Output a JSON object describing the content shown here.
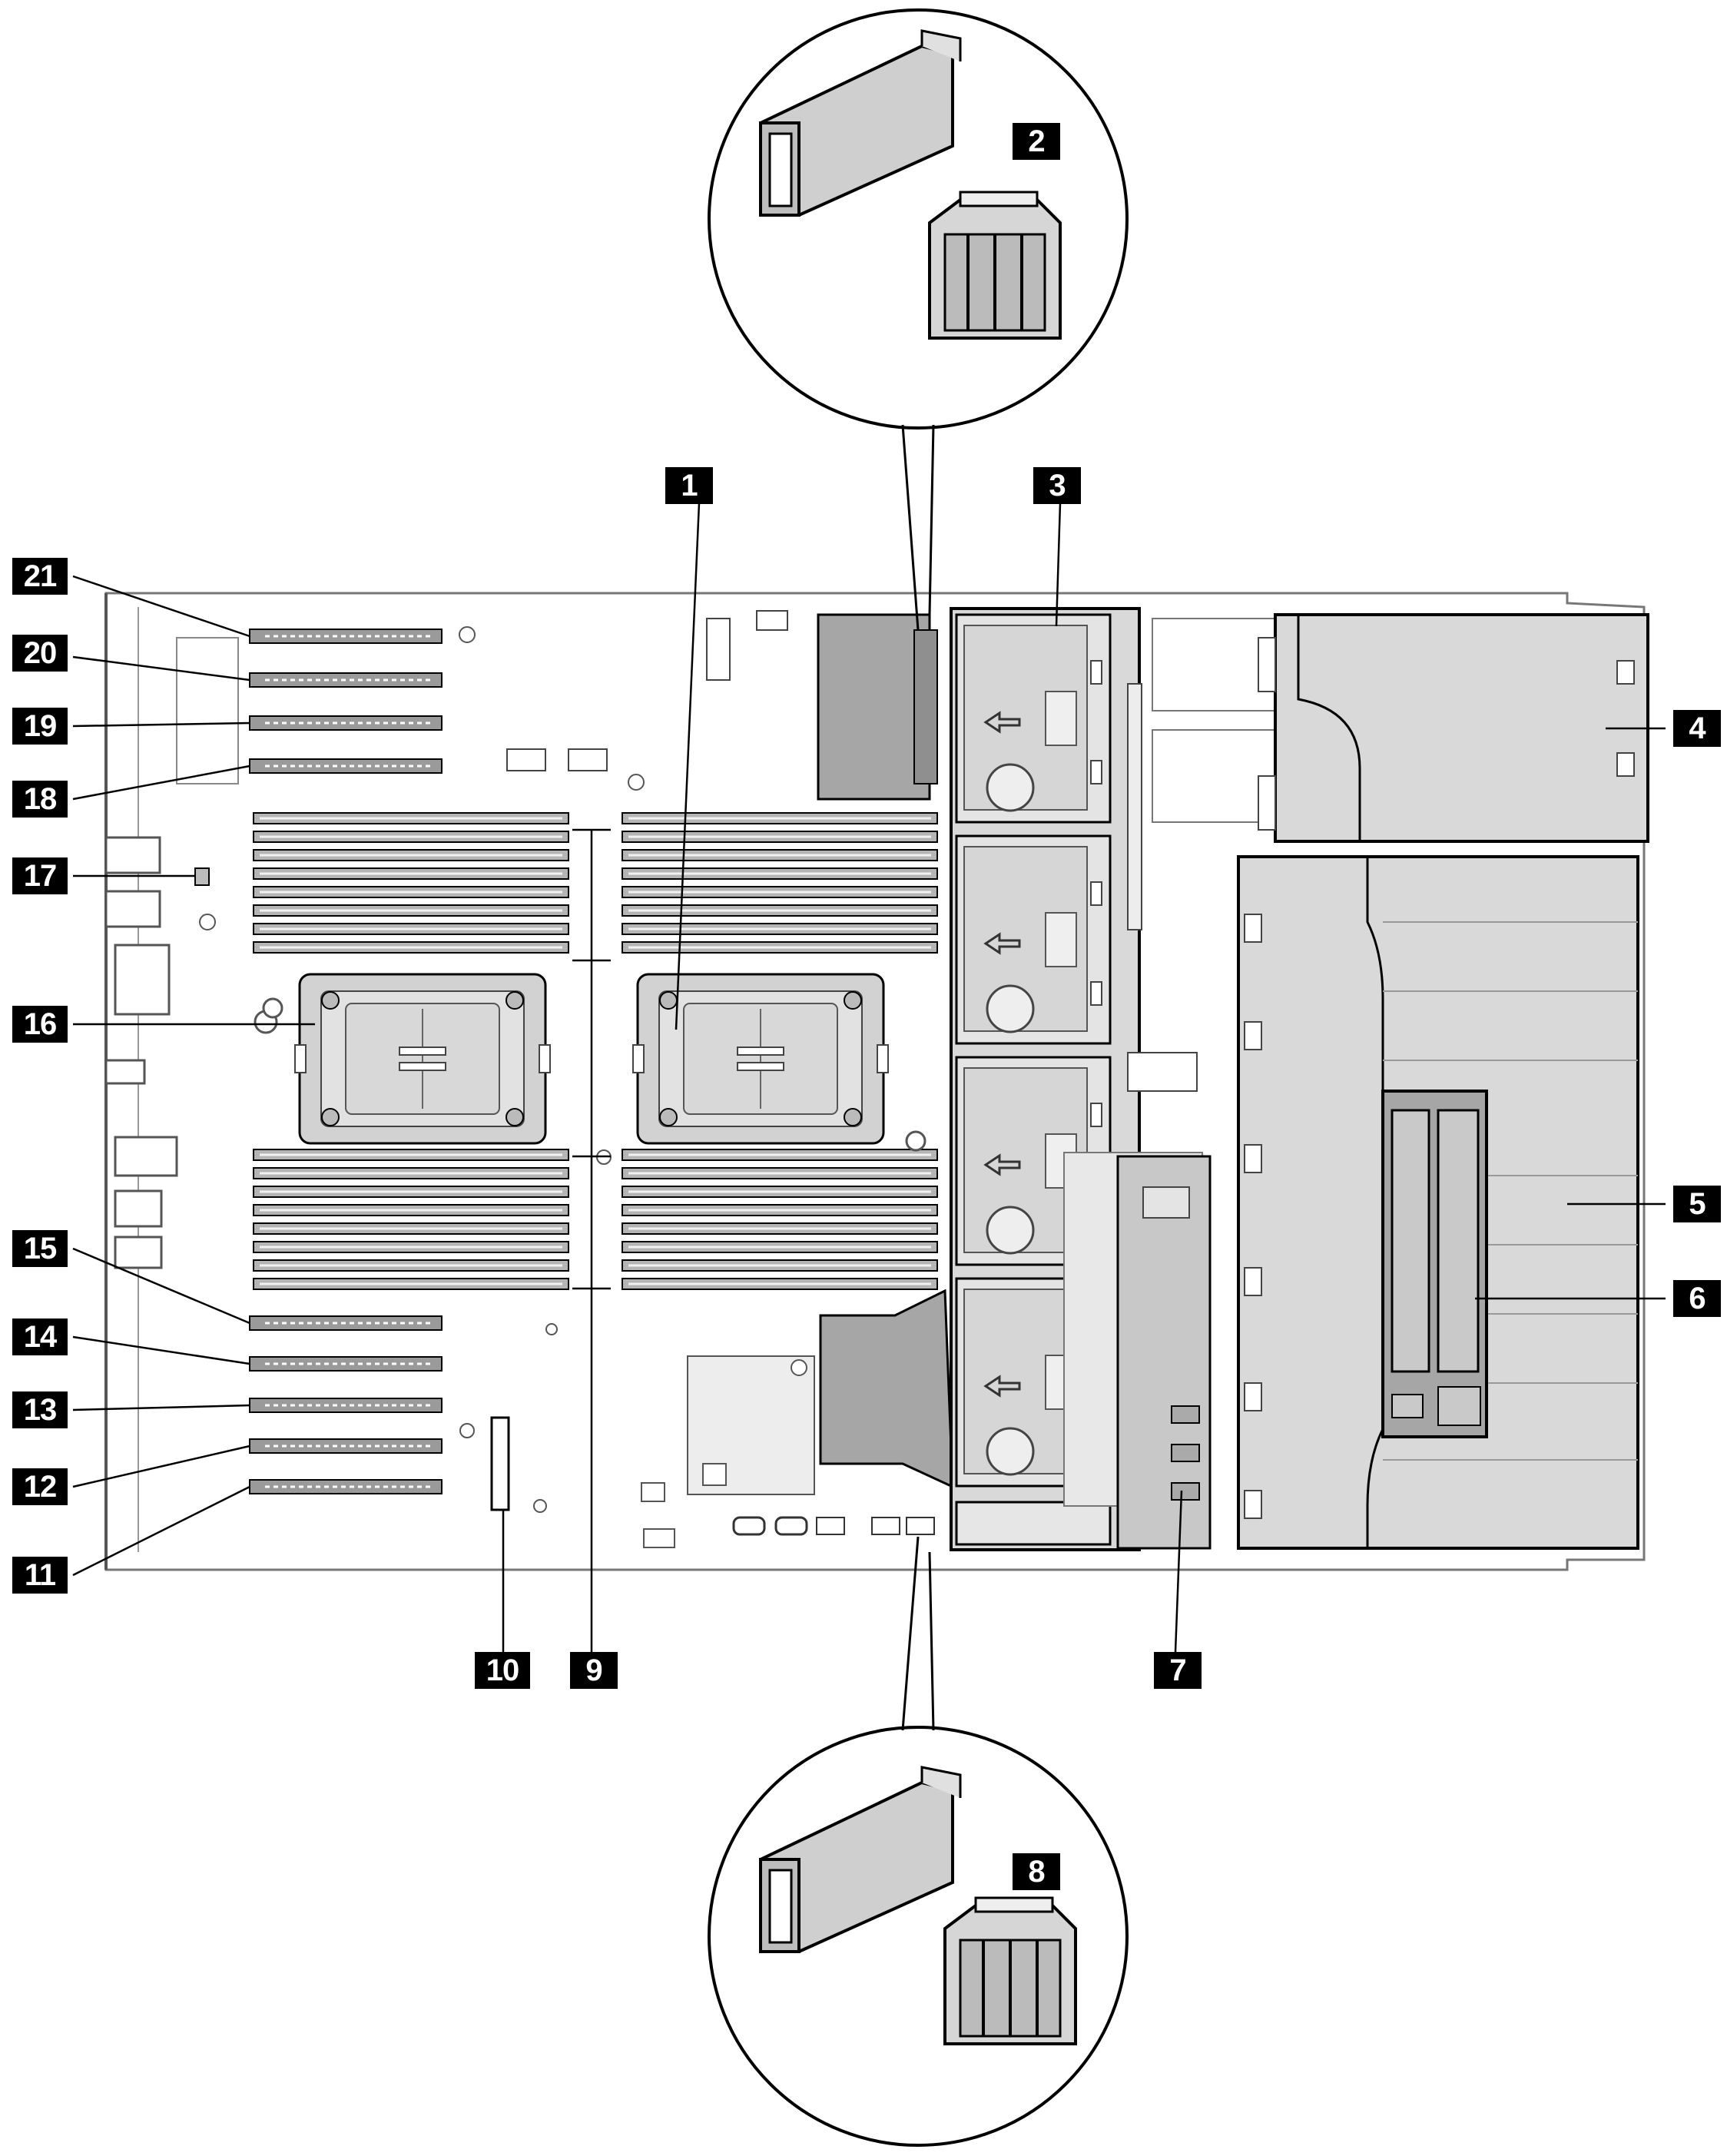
{
  "callouts": {
    "c1": "1",
    "c2": "2",
    "c3": "3",
    "c4": "4",
    "c5": "5",
    "c6": "6",
    "c7": "7",
    "c8": "8",
    "c9": "9",
    "c10": "10",
    "c11": "11",
    "c12": "12",
    "c13": "13",
    "c14": "14",
    "c15": "15",
    "c16": "16",
    "c17": "17",
    "c18": "18",
    "c19": "19",
    "c20": "20",
    "c21": "21"
  },
  "colors": {
    "line": "#000000",
    "part_fill": "#d9d9d9",
    "part_dark": "#a6a6a6",
    "board_outline": "#555555",
    "callout_bg": "#000000",
    "callout_text": "#ffffff"
  }
}
